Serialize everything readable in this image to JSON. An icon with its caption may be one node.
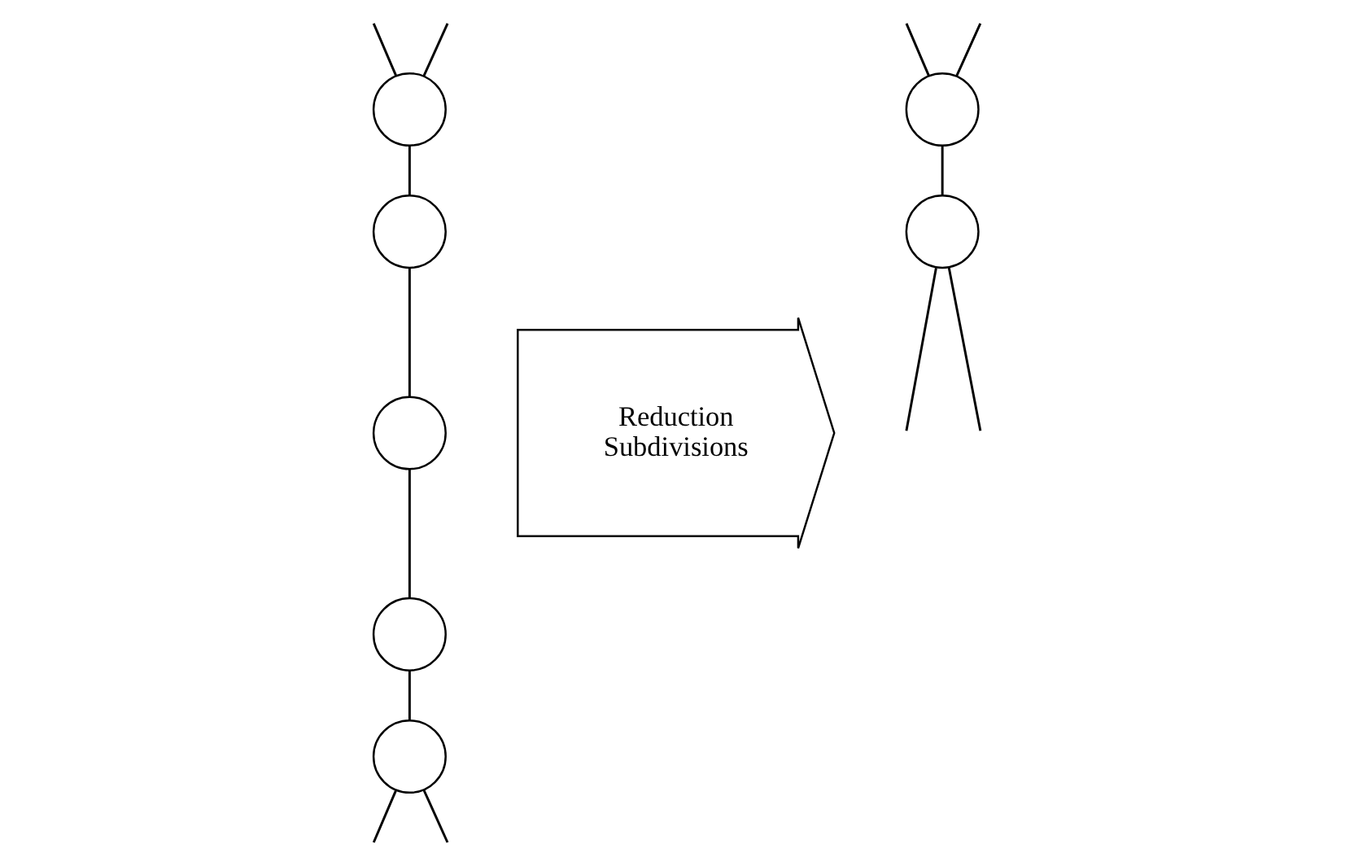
{
  "diagram": {
    "nodes": [
      {
        "text": [],
        "shape": "circle"
      },
      {
        "text": [],
        "shape": "circle"
      },
      {
        "text": [],
        "shape": "circle"
      },
      {
        "text": [],
        "shape": "circle"
      },
      {
        "text": [],
        "shape": "circle"
      },
      {
        "text": [
          "Reduction",
          "Subdivisions"
        ]
      },
      {
        "text": [],
        "shape": "circle"
      },
      {
        "text": [],
        "shape": "circle"
      }
    ],
    "edges": [
      {
        "from": null,
        "to": 0,
        "arrow": "none"
      },
      {
        "from": null,
        "to": 0,
        "arrow": "none"
      },
      {
        "from": 0,
        "to": 1,
        "arrow": "none"
      },
      {
        "from": 1,
        "to": 2,
        "arrow": "none"
      },
      {
        "from": 2,
        "to": 3,
        "arrow": "none"
      },
      {
        "from": 3,
        "to": 4,
        "arrow": "none"
      },
      {
        "from": 4,
        "to": null,
        "arrow": "none"
      },
      {
        "from": 4,
        "to": null,
        "arrow": "none"
      },
      {
        "from": null,
        "to": 6,
        "arrow": "none"
      },
      {
        "from": null,
        "to": 6,
        "arrow": "none"
      },
      {
        "from": 6,
        "to": 7,
        "arrow": "none"
      },
      {
        "from": 7,
        "to": null,
        "arrow": "none"
      },
      {
        "from": 7,
        "to": null,
        "arrow": "none"
      }
    ]
  }
}
